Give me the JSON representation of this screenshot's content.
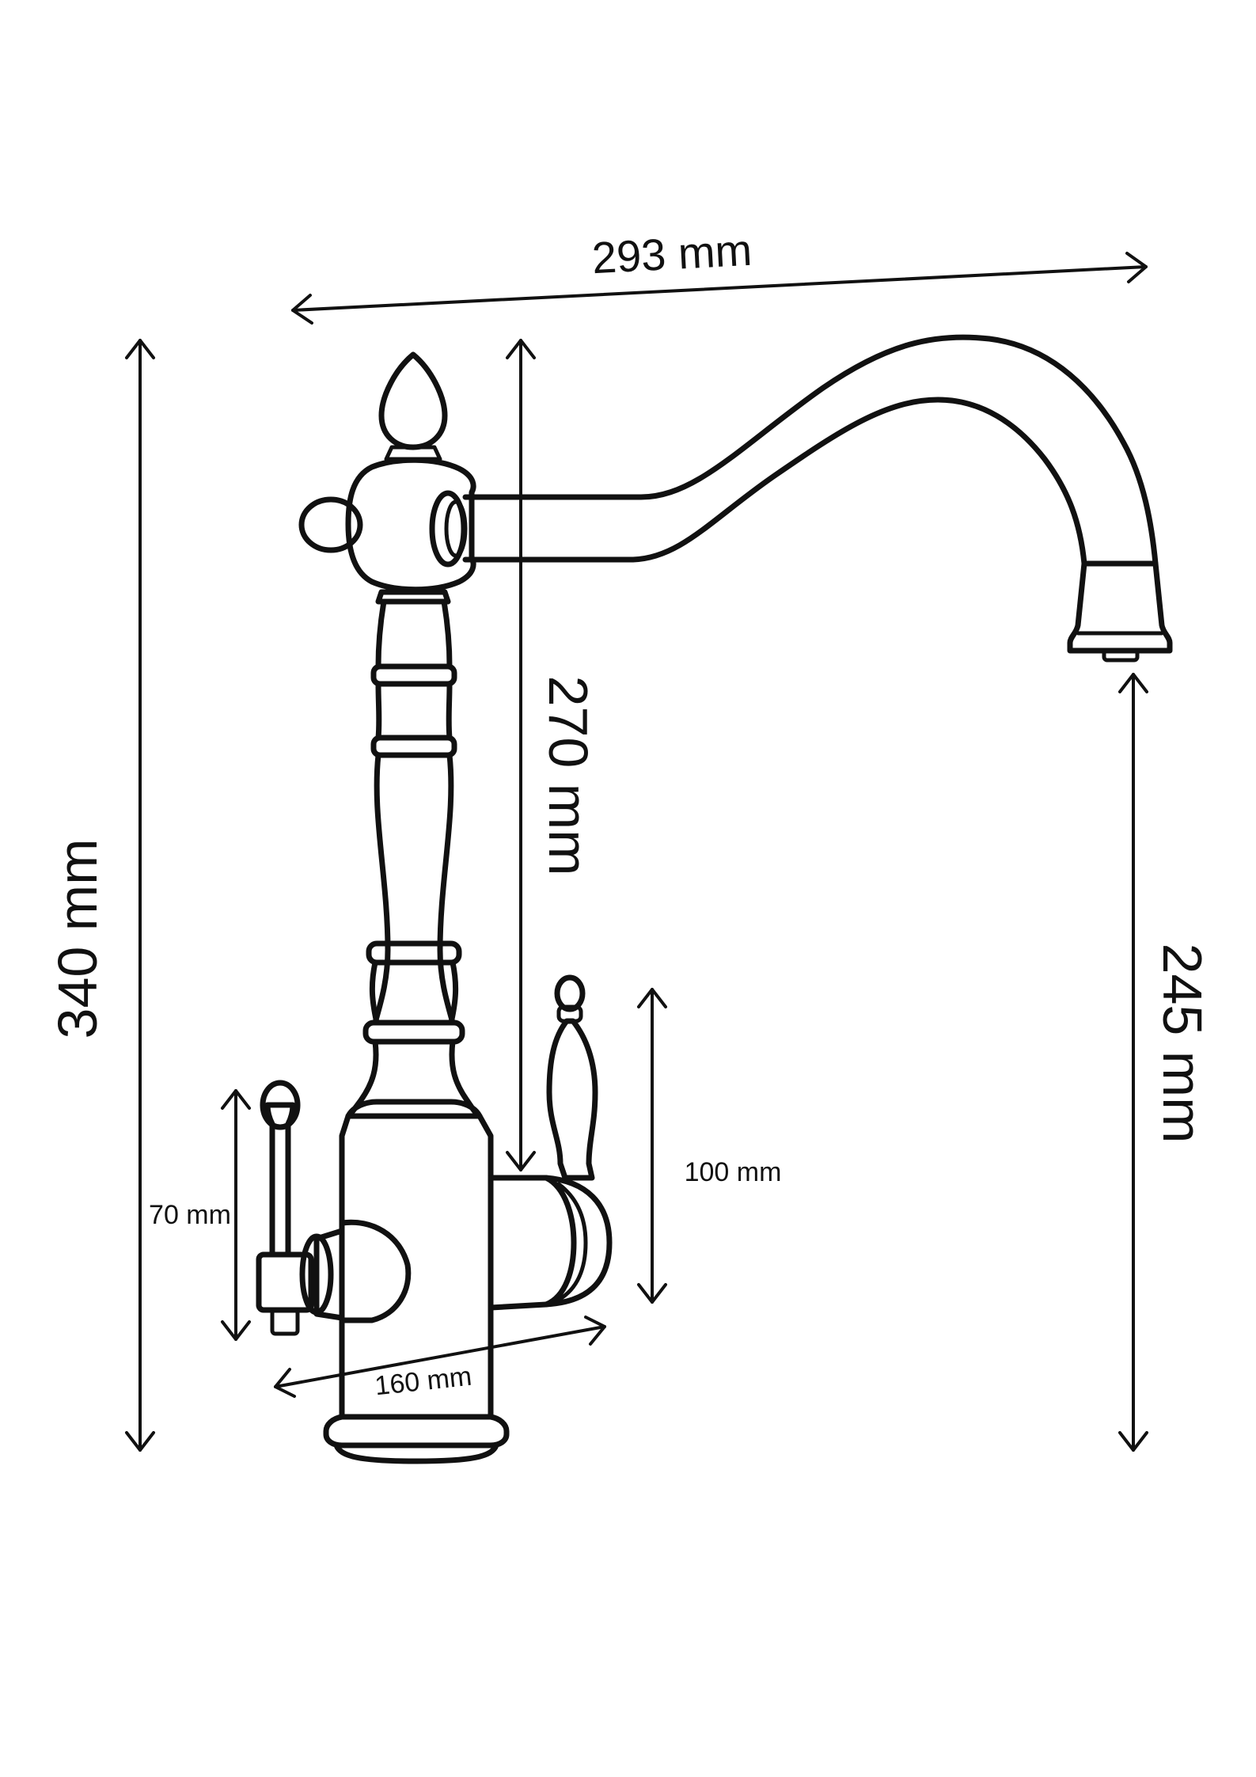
{
  "dimensions": {
    "overall_width": "293 mm",
    "total_height": "340 mm",
    "spout_height": "270 mm",
    "outlet_height": "245 mm",
    "right_handle_height": "100 mm",
    "left_handle_height": "70 mm",
    "handle_span": "160 mm"
  },
  "colors": {
    "line": "#111111",
    "background": "#ffffff"
  }
}
